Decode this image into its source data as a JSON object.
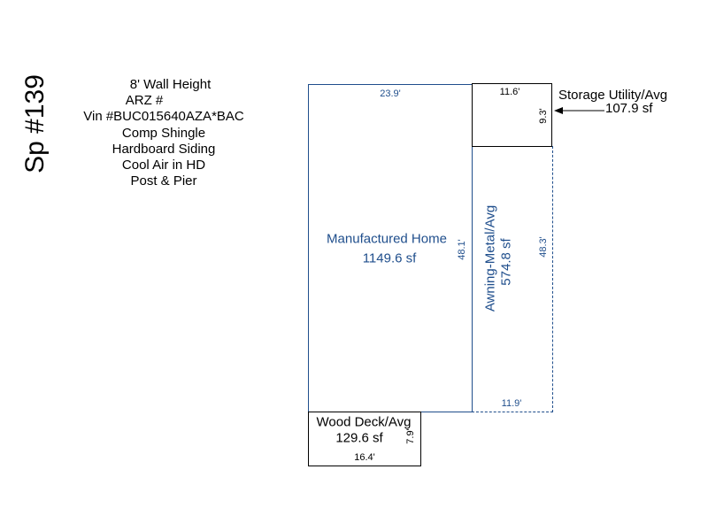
{
  "space_label": "Sp #139",
  "notes": [
    "8' Wall Height",
    "ARZ #",
    "Vin #BUC015640AZA*BAC",
    "Comp Shingle",
    "Hardboard Siding",
    "Cool Air in HD",
    "Post & Pier"
  ],
  "home": {
    "name": "Manufactured Home",
    "area": "1149.6 sf",
    "width": "23.9'",
    "length": "48.1'"
  },
  "storage": {
    "name": "Storage Utility/Avg",
    "area": "107.9 sf",
    "width": "11.6'",
    "depth": "9.3'"
  },
  "awning": {
    "name": "Awning-Metal/Avg",
    "area": "574.8 sf",
    "length": "48.3'",
    "width": "11.9'"
  },
  "deck": {
    "name": "Wood Deck/Avg",
    "area": "129.6 sf",
    "width": "16.4'",
    "depth": "7.9'"
  },
  "colors": {
    "plan_line": "#1f4e8c",
    "text": "#000000"
  }
}
